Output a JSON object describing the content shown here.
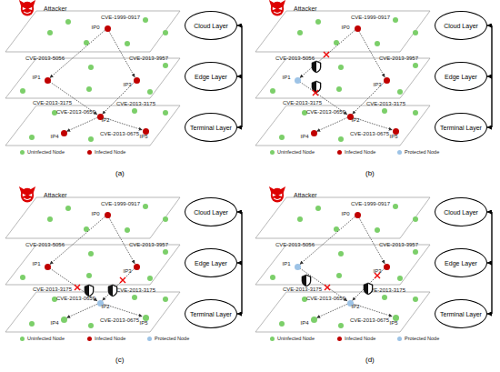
{
  "diagram": {
    "nodes": [
      {
        "text": [
          "IP0"
        ]
      },
      {
        "text": [
          "Cloud Layer"
        ]
      },
      {
        "text": [
          "IP1"
        ]
      },
      {
        "text": [
          "IP3"
        ]
      },
      {
        "text": [
          "Edge Layer"
        ]
      },
      {
        "text": [
          "IP2"
        ]
      },
      {
        "text": [
          "IP4"
        ]
      },
      {
        "text": [
          "IP5"
        ]
      },
      {
        "text": [
          "Terminal Layer"
        ]
      },
      {
        "text": [
          "IP0"
        ]
      },
      {
        "text": [
          "Cloud Layer"
        ]
      },
      {
        "text": [
          "IP1"
        ]
      },
      {
        "text": [
          "IP3"
        ]
      },
      {
        "text": [
          "Edge Layer"
        ]
      },
      {
        "text": [
          "IP2"
        ]
      },
      {
        "text": [
          "IP4"
        ]
      },
      {
        "text": [
          "IP5"
        ]
      },
      {
        "text": [
          "Terminal Layer"
        ]
      },
      {
        "text": [
          "IP0"
        ]
      },
      {
        "text": [
          "Cloud Layer"
        ]
      },
      {
        "text": [
          "IP1"
        ]
      },
      {
        "text": [
          "IP3"
        ]
      },
      {
        "text": [
          "Edge Layer"
        ]
      },
      {
        "text": [
          "IP2"
        ]
      },
      {
        "text": [
          "IP4"
        ]
      },
      {
        "text": [
          "IP5"
        ]
      },
      {
        "text": [
          "Terminal Layer"
        ]
      },
      {
        "text": [
          "IP0"
        ]
      },
      {
        "text": [
          "Cloud Layer"
        ]
      },
      {
        "text": [
          "IP1"
        ]
      },
      {
        "text": [
          "IP3"
        ]
      },
      {
        "text": [
          "Edge Layer"
        ]
      },
      {
        "text": [
          "IP2"
        ]
      },
      {
        "text": [
          "IP4"
        ]
      },
      {
        "text": [
          "IP5"
        ]
      },
      {
        "text": [
          "Terminal Layer"
        ]
      }
    ],
    "edges": [
      {
        "from": 0,
        "to": 2,
        "arrow": "to",
        "label": "CVE-2013-5056"
      },
      {
        "from": 0,
        "to": 3,
        "arrow": "to",
        "label": "CVE-2013-3957"
      },
      {
        "from": 2,
        "to": 5,
        "arrow": "to",
        "label": "CVE-2013-3175"
      },
      {
        "from": 3,
        "to": 5,
        "arrow": "to",
        "label": "CVE-2013-3175"
      },
      {
        "from": 5,
        "to": 6,
        "arrow": "to",
        "label": "CVE-2013-0659"
      },
      {
        "from": 5,
        "to": 7,
        "arrow": "to",
        "label": "CVE-2013-0675"
      },
      {
        "from": 1,
        "to": 4,
        "arrow": "both"
      },
      {
        "from": 4,
        "to": 8,
        "arrow": "both"
      },
      {
        "from": 1,
        "to": 8,
        "arrow": "both"
      },
      {
        "from": 9,
        "to": 11,
        "arrow": "to",
        "label": "CVE-2013-5056"
      },
      {
        "from": 9,
        "to": 12,
        "arrow": "to",
        "label": "CVE-2013-3957"
      },
      {
        "from": 11,
        "to": 14,
        "arrow": "to",
        "label": "CVE-2013-3175"
      },
      {
        "from": 12,
        "to": 14,
        "arrow": "to",
        "label": "CVE-2013-3175"
      },
      {
        "from": 14,
        "to": 15,
        "arrow": "to",
        "label": "CVE-2013-0659"
      },
      {
        "from": 14,
        "to": 16,
        "arrow": "to",
        "label": "CVE-2013-0675"
      },
      {
        "from": 10,
        "to": 13,
        "arrow": "both"
      },
      {
        "from": 13,
        "to": 17,
        "arrow": "both"
      },
      {
        "from": 10,
        "to": 17,
        "arrow": "both"
      },
      {
        "from": 18,
        "to": 20,
        "arrow": "to",
        "label": "CVE-2013-5056"
      },
      {
        "from": 18,
        "to": 21,
        "arrow": "to",
        "label": "CVE-2013-3957"
      },
      {
        "from": 20,
        "to": 23,
        "arrow": "to",
        "label": "CVE-2013-3175"
      },
      {
        "from": 21,
        "to": 23,
        "arrow": "to",
        "label": "CVE-2013-3175"
      },
      {
        "from": 23,
        "to": 24,
        "arrow": "to",
        "label": "CVE-2013-0659"
      },
      {
        "from": 23,
        "to": 25,
        "arrow": "to",
        "label": "CVE-2013-0675"
      },
      {
        "from": 19,
        "to": 22,
        "arrow": "both"
      },
      {
        "from": 22,
        "to": 26,
        "arrow": "both"
      },
      {
        "from": 19,
        "to": 26,
        "arrow": "both"
      },
      {
        "from": 27,
        "to": 29,
        "arrow": "to",
        "label": "CVE-2013-5056"
      },
      {
        "from": 27,
        "to": 30,
        "arrow": "to",
        "label": "CVE-2013-3957"
      },
      {
        "from": 29,
        "to": 32,
        "arrow": "to",
        "label": "CVE-2013-3175"
      },
      {
        "from": 30,
        "to": 32,
        "arrow": "to",
        "label": "CVE-2013-3175"
      },
      {
        "from": 32,
        "to": 33,
        "arrow": "to",
        "label": "CVE-2013-0659"
      },
      {
        "from": 32,
        "to": 34,
        "arrow": "to",
        "label": "CVE-2013-0675"
      },
      {
        "from": 28,
        "to": 31,
        "arrow": "both"
      },
      {
        "from": 31,
        "to": 35,
        "arrow": "both"
      },
      {
        "from": 28,
        "to": 35,
        "arrow": "both"
      }
    ],
    "labels": [
      "Attacker",
      "CVE-1999-0917",
      "(a)",
      "Attacker",
      "CVE-1999-0917",
      "(b)",
      "Attacker",
      "CVE-1999-0917",
      "(c)",
      "Attacker",
      "CVE-1999-0917",
      "(d)"
    ],
    "legend": [
      {
        "text": "Uninfected Node",
        "color": "#7ccf6a"
      },
      {
        "text": "Infected Node",
        "color": "#c00000"
      },
      {
        "text": "Uninfected Node",
        "color": "#7ccf6a"
      },
      {
        "text": "Infected Node",
        "color": "#c00000"
      },
      {
        "text": "Protected Node",
        "color": "#9dc3e6"
      },
      {
        "text": "Uninfected Node",
        "color": "#7ccf6a"
      },
      {
        "text": "Infected Node",
        "color": "#c00000"
      },
      {
        "text": "Protected Node",
        "color": "#9dc3e6"
      },
      {
        "text": "Uninfected Node",
        "color": "#7ccf6a"
      },
      {
        "text": "Infected Node",
        "color": "#c00000"
      },
      {
        "text": "Protected Node",
        "color": "#9dc3e6"
      }
    ]
  }
}
